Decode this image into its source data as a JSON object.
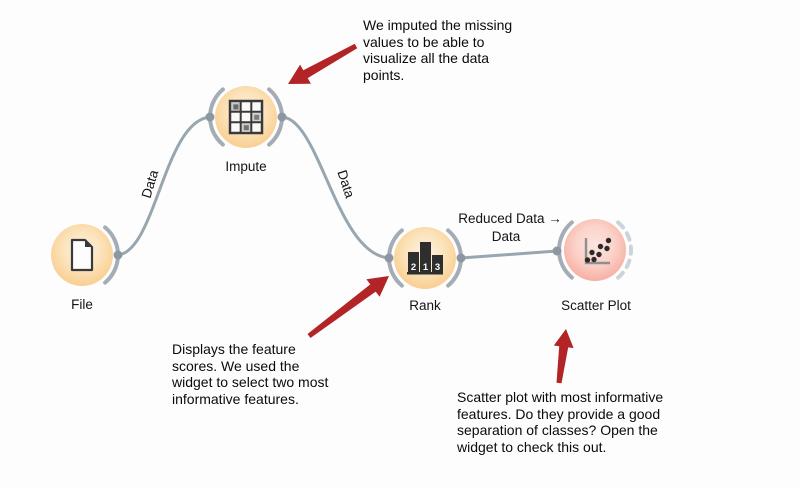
{
  "widgets": [
    {
      "label": "File"
    },
    {
      "label": "Impute"
    },
    {
      "label": "Rank"
    },
    {
      "label": "Scatter Plot"
    }
  ],
  "links": [
    {
      "source": "File",
      "target": "Impute",
      "label": "Data"
    },
    {
      "source": "Impute",
      "target": "Rank",
      "label": "Data"
    },
    {
      "source": "Rank",
      "target": "Scatter Plot",
      "labels": [
        "Reduced Data →",
        "Data"
      ]
    }
  ],
  "annotations": {
    "impute_note": "We imputed the missing\nvalues to be able to\nvisualize all the data\npoints.",
    "rank_note": "Displays the feature\nscores. We used the\nwidget to select two most\ninformative features.",
    "scatter_note": "Scatter plot with most informative\nfeatures. Do they provide a good\nseparation of classes? Open the\nwidget to check this out."
  },
  "icons": {
    "file": "document-icon",
    "impute": "grid-impute-icon",
    "rank": "ranked-bars-icon",
    "scatter": "scatterplot-icon",
    "rank_bar_values": [
      "2",
      "1",
      "3"
    ]
  },
  "colors": {
    "widget_orange": "#f7c17b",
    "widget_red": "#f3a093",
    "link_gray": "#98a6b0",
    "arc_gray": "#a4adb5",
    "dashed_arc_gray": "#ccd3da",
    "arrow_red": "#b32427",
    "text": "#141414"
  }
}
